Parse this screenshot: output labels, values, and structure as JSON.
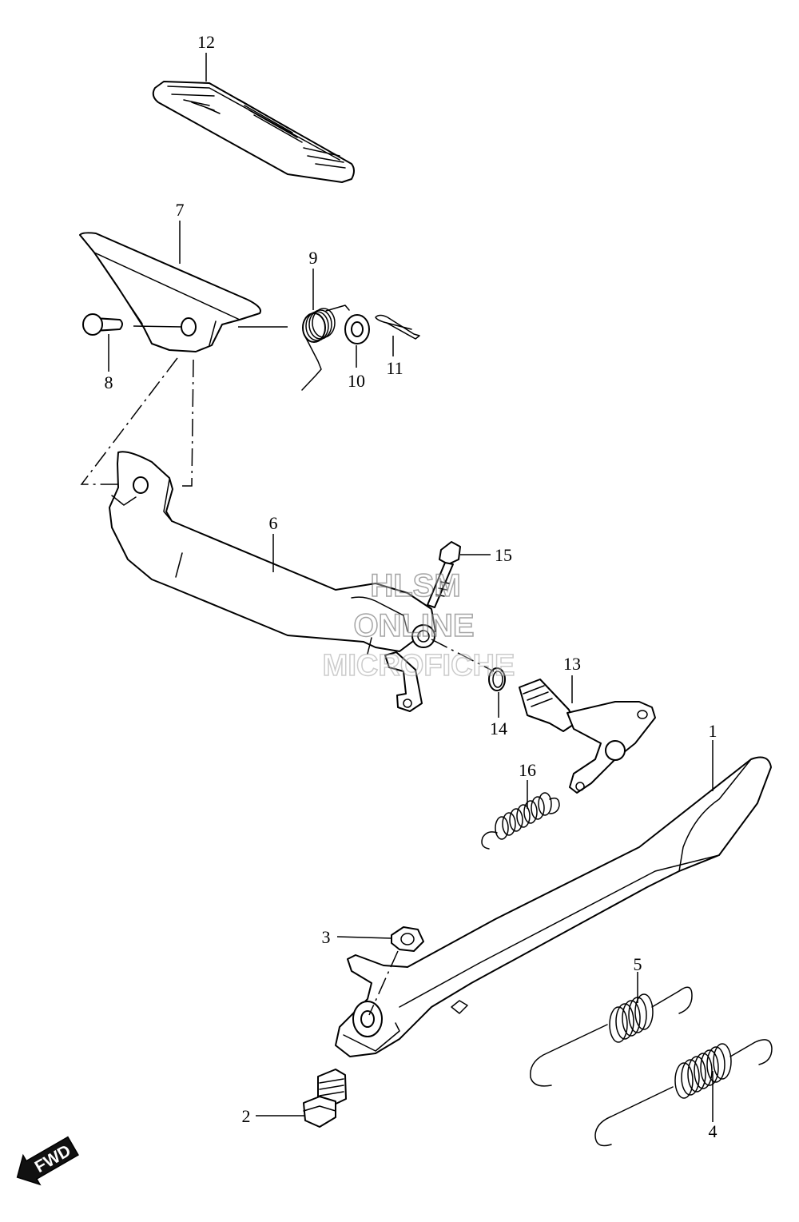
{
  "callouts": {
    "c1": "1",
    "c2": "2",
    "c3": "3",
    "c4": "4",
    "c5": "5",
    "c6": "6",
    "c7": "7",
    "c8": "8",
    "c9": "9",
    "c10": "10",
    "c11": "11",
    "c12": "12",
    "c13": "13",
    "c14": "14",
    "c15": "15",
    "c16": "16"
  },
  "watermark": {
    "line1": "HLSM",
    "line2": "ONLINE",
    "line3": "MICROFICHE"
  },
  "direction": {
    "label": "FWD"
  }
}
